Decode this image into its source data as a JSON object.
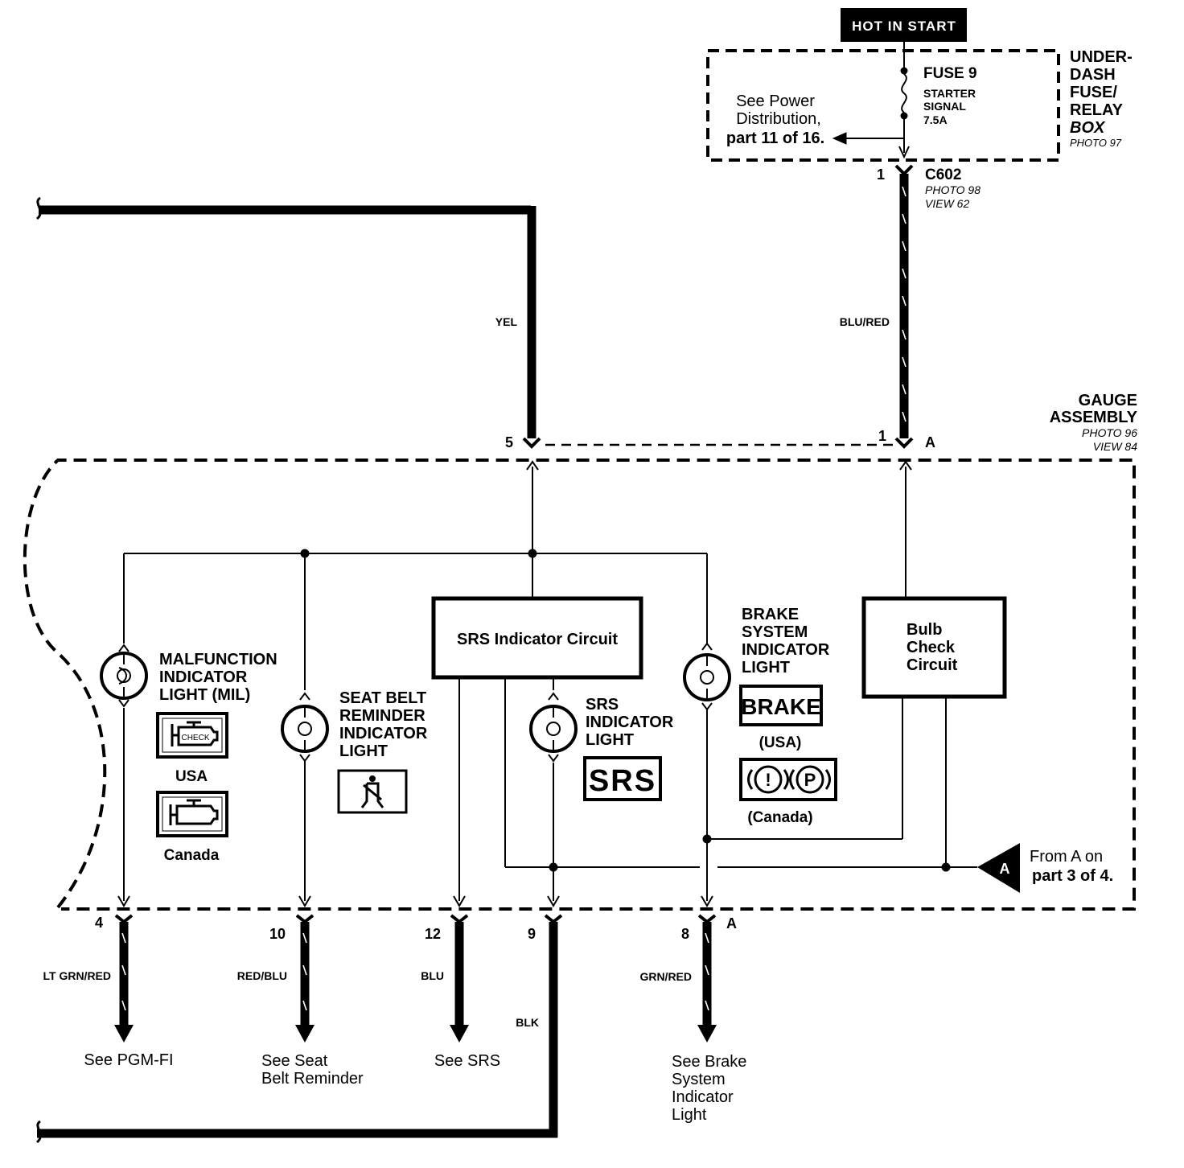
{
  "header": {
    "hot_in_start": "HOT IN START"
  },
  "fuse_box": {
    "name_lines": [
      "UNDER-",
      "DASH",
      "FUSE/",
      "RELAY",
      "BOX"
    ],
    "photo": "PHOTO 97",
    "fuse": {
      "name": "FUSE 9",
      "desc_lines": [
        "STARTER",
        "SIGNAL",
        "7.5A"
      ]
    },
    "see_power": {
      "lines": [
        "See Power",
        "Distribution,",
        "part 11 of 16."
      ]
    }
  },
  "connector_c602": {
    "pin": "1",
    "name": "C602",
    "photo": "PHOTO 98",
    "view": "VIEW 62"
  },
  "wires": {
    "yel": "YEL",
    "blu_red": "BLU/RED",
    "lt_grn_red": "LT GRN/RED",
    "red_blu": "RED/BLU",
    "blu": "BLU",
    "blk": "BLK",
    "grn_red": "GRN/RED"
  },
  "gauge_assembly": {
    "title_lines": [
      "GAUGE",
      "ASSEMBLY"
    ],
    "photo": "PHOTO 96",
    "view": "VIEW 84",
    "connector": "A",
    "top_pins": {
      "p5": "5",
      "p1": "1"
    },
    "bottom_pins": {
      "p4": "4",
      "p10": "10",
      "p12": "12",
      "p9": "9",
      "p8": "8"
    }
  },
  "components": {
    "mil": {
      "lines": [
        "MALFUNCTION",
        "INDICATOR",
        "LIGHT (MIL)"
      ],
      "usa": "USA",
      "canada": "Canada",
      "check": "CHECK"
    },
    "seat_belt": {
      "lines": [
        "SEAT BELT",
        "REMINDER",
        "INDICATOR",
        "LIGHT"
      ]
    },
    "srs_circuit": {
      "label": "SRS Indicator Circuit"
    },
    "srs_light": {
      "lines": [
        "SRS",
        "INDICATOR",
        "LIGHT"
      ],
      "icon": "SRS"
    },
    "brake": {
      "lines": [
        "BRAKE",
        "SYSTEM",
        "INDICATOR",
        "LIGHT"
      ],
      "icon": "BRAKE",
      "usa": "(USA)",
      "canada": "(Canada)",
      "canada_icon_1": "!",
      "canada_icon_2": "P"
    },
    "bulb_check": {
      "lines": [
        "Bulb",
        "Check",
        "Circuit"
      ]
    }
  },
  "from_a": {
    "letter": "A",
    "lines": [
      "From A on",
      "part 3 of 4."
    ]
  },
  "destinations": {
    "pgm_fi": "See PGM-FI",
    "seat_belt": [
      "See Seat",
      "Belt Reminder"
    ],
    "srs": "See SRS",
    "brake": [
      "See Brake",
      "System",
      "Indicator",
      "Light"
    ]
  }
}
